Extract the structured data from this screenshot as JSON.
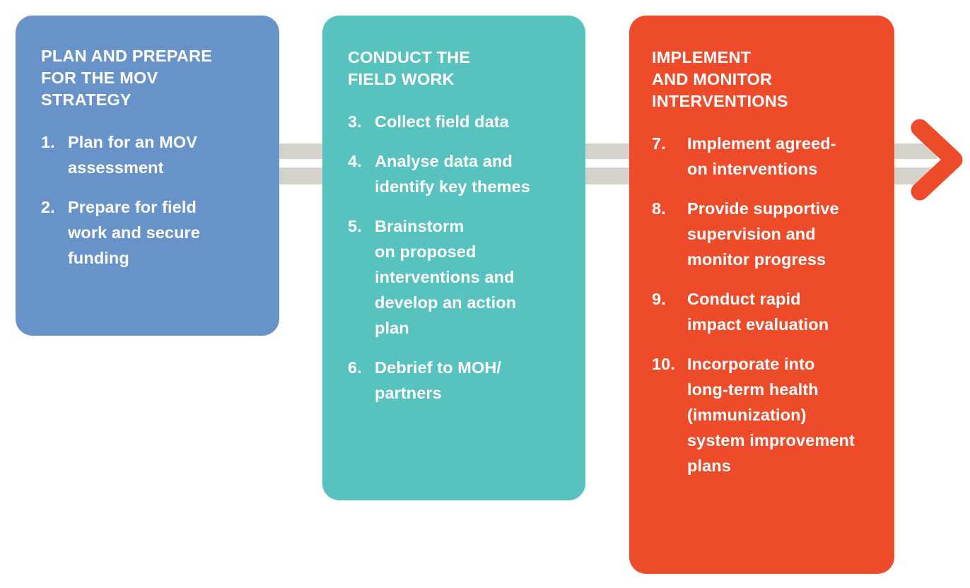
{
  "diagram": {
    "title": "MOV strategy three-phase process flow",
    "colors": {
      "phase_1_blue": "#6793c9",
      "phase_2_teal": "#58c2be",
      "phase_3_orange": "#ee4b2b",
      "connector_grey": "#d5d2cc",
      "text_white": "#ffffff",
      "background": "#ffffff"
    },
    "phases": [
      {
        "id": "plan-and-prepare",
        "title": "PLAN AND PREPARE\nFOR THE MOV\nSTRATEGY",
        "color": "#6793c9",
        "steps": [
          {
            "number": "1.",
            "text": "Plan for an MOV\nassessment"
          },
          {
            "number": "2.",
            "text": "Prepare for field\nwork and secure\nfunding"
          }
        ]
      },
      {
        "id": "conduct-the-field-work",
        "title": "CONDUCT THE\nFIELD WORK",
        "color": "#58c2be",
        "steps": [
          {
            "number": "3.",
            "text": "Collect field data"
          },
          {
            "number": "4.",
            "text": "Analyse data and\nidentify key themes"
          },
          {
            "number": "5.",
            "text": "Brainstorm\non proposed\ninterventions  and\ndevelop an action\nplan"
          },
          {
            "number": "6.",
            "text": "Debrief to MOH/\npartners"
          }
        ]
      },
      {
        "id": "implement-and-monitor",
        "title": "IMPLEMENT\nAND MONITOR\nINTERVENTIONS",
        "color": "#ee4b2b",
        "steps": [
          {
            "number": "7.",
            "text": "Implement agreed-\non interventions"
          },
          {
            "number": "8.",
            "text": "Provide supportive\nsupervision and\nmonitor progress"
          },
          {
            "number": "9.",
            "text": "Conduct rapid\nimpact evaluation"
          },
          {
            "number": "10.",
            "text": "Incorporate into\nlong-term  health\n(immunization)\nsystem improvement\nplans"
          }
        ]
      }
    ],
    "connectors": [
      {
        "id": "connector-1-to-2",
        "from": "plan-and-prepare",
        "to": "conduct-the-field-work"
      },
      {
        "id": "connector-2-to-3",
        "from": "conduct-the-field-work",
        "to": "implement-and-monitor"
      },
      {
        "id": "connector-3-to-arrow",
        "from": "implement-and-monitor",
        "to": "arrow-head"
      }
    ],
    "arrow_head": {
      "id": "arrow-head-right",
      "color": "#ee4b2b",
      "direction": "right"
    }
  }
}
